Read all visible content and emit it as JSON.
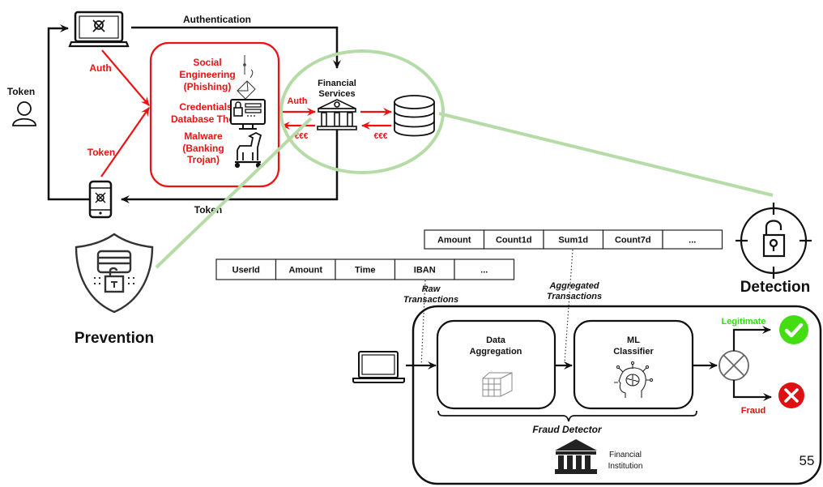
{
  "colors": {
    "attack_red": "#ee1111",
    "highlight_green": "#b5dba6",
    "legit_green": "#33dd11",
    "fraud_red": "#dd1111",
    "ink": "#111111"
  },
  "top": {
    "authentication_label": "Authentication",
    "token_bottom_label": "Token",
    "user_token_label": "Token",
    "auth_arrow_label": "Auth",
    "token_arrow_label": "Token",
    "attack_box": {
      "items": [
        {
          "lines": [
            "Social",
            "Engineering",
            "(Phishing)"
          ],
          "icon": "phishing-hook-envelope-icon"
        },
        {
          "lines": [
            "Credentials",
            "Database Theft"
          ],
          "icon": "computer-lock-icon"
        },
        {
          "lines": [
            "Malware",
            "(Banking",
            "Trojan)"
          ],
          "icon": "trojan-horse-icon"
        }
      ]
    },
    "financial_services": [
      "Financial",
      "Services"
    ],
    "fs_auth_label": "Auth",
    "fs_money_left": "€€€",
    "fs_money_right": "€€€"
  },
  "prevention_label": "Prevention",
  "detection_label": "Detection",
  "aggregated_table": [
    "Amount",
    "Count1d",
    "Sum1d",
    "Count7d",
    "..."
  ],
  "raw_table": [
    "UserId",
    "Amount",
    "Time",
    "IBAN",
    "..."
  ],
  "raw_transactions_label": [
    "Raw",
    "Transactions"
  ],
  "aggregated_transactions_label": [
    "Aggregated",
    "Transactions"
  ],
  "detector": {
    "data_aggregation": [
      "Data",
      "Aggregation"
    ],
    "ml_classifier": [
      "ML",
      "Classifier"
    ],
    "legitimate_label": "Legitimate",
    "fraud_label": "Fraud",
    "fraud_detector_label": "Fraud Detector",
    "institution_label": [
      "Financial",
      "Institution"
    ]
  },
  "page_number": "55"
}
